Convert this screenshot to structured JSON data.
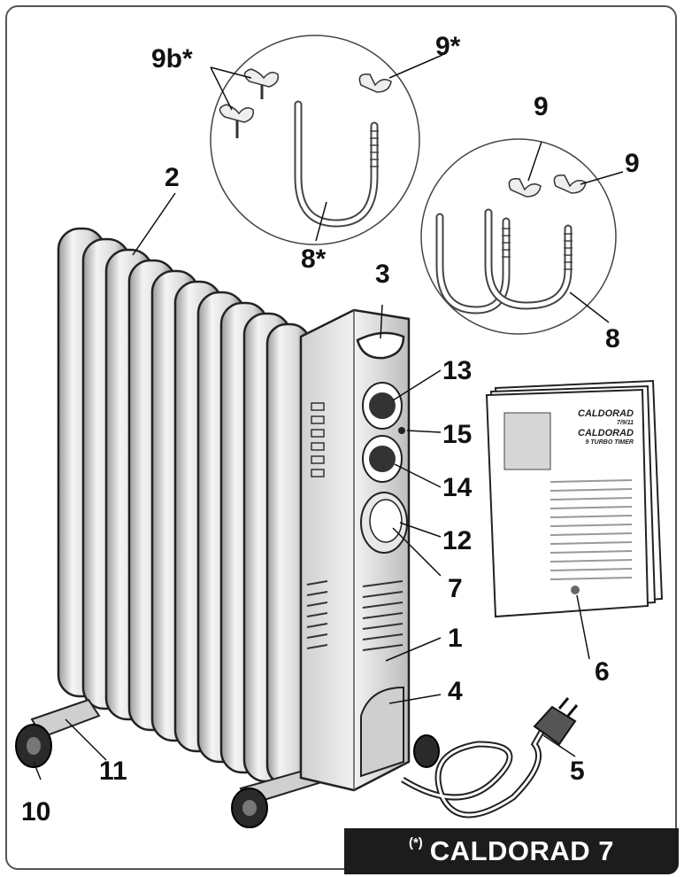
{
  "callouts": {
    "c1": "1",
    "c2": "2",
    "c3": "3",
    "c4": "4",
    "c5": "5",
    "c6": "6",
    "c7": "7",
    "c8": "8",
    "c8s": "8*",
    "c9a": "9",
    "c9b": "9",
    "c9s": "9*",
    "c9bs": "9b*",
    "c10": "10",
    "c11": "11",
    "c12": "12",
    "c13": "13",
    "c14": "14",
    "c15": "15"
  },
  "manual": {
    "title1": "CALDORAD",
    "title1_sub": "7/9/11",
    "title2": "CALDORAD",
    "title2_sub": "9 TURBO TIMER"
  },
  "banner": {
    "marker": "(*)",
    "label": "CALDORAD 7"
  },
  "colors": {
    "ink": "#111111",
    "banner_bg": "#1c1c1c",
    "banner_text": "#ffffff"
  }
}
